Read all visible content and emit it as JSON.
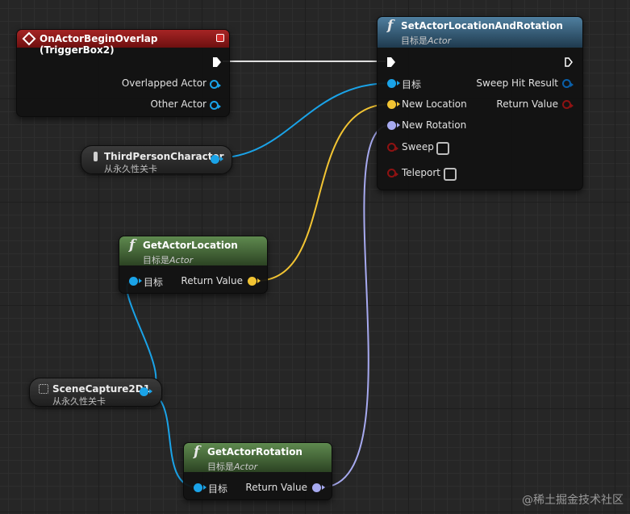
{
  "colors": {
    "exec": "#ffffff",
    "object": "#1aa3e8",
    "vector": "#f2c433",
    "rotator": "#a7aaf0",
    "hit_result": "#0a5fa8",
    "bool": "#8e1212",
    "event_header": "#8d1a1a",
    "setter_header": "#3a6684",
    "getter_header": "#4b6b3f"
  },
  "nodes": {
    "event": {
      "title": "OnActorBeginOverlap (TriggerBox2)",
      "icon": "diamond-event-icon",
      "pins": {
        "overlapped_actor": "Overlapped Actor",
        "other_actor": "Other Actor"
      }
    },
    "set_actor": {
      "title": "SetActorLocationAndRotation",
      "subtitle_prefix": "目标是",
      "subtitle_class": "Actor",
      "inputs": {
        "target": "目标",
        "new_location": "New Location",
        "new_rotation": "New Rotation",
        "sweep": "Sweep",
        "teleport": "Teleport"
      },
      "outputs": {
        "sweep_hit_result": "Sweep Hit Result",
        "return_value": "Return Value"
      }
    },
    "third_person": {
      "name": "ThirdPersonCharacter",
      "subtitle": "从永久性关卡"
    },
    "get_location": {
      "title": "GetActorLocation",
      "subtitle_prefix": "目标是",
      "subtitle_class": "Actor",
      "target": "目标",
      "return_value": "Return Value"
    },
    "scene_capture": {
      "name": "SceneCapture2D1",
      "subtitle": "从永久性关卡"
    },
    "get_rotation": {
      "title": "GetActorRotation",
      "subtitle_prefix": "目标是",
      "subtitle_class": "Actor",
      "target": "目标",
      "return_value": "Return Value"
    }
  },
  "function_glyph": "f",
  "watermark": "@稀土掘金技术社区"
}
